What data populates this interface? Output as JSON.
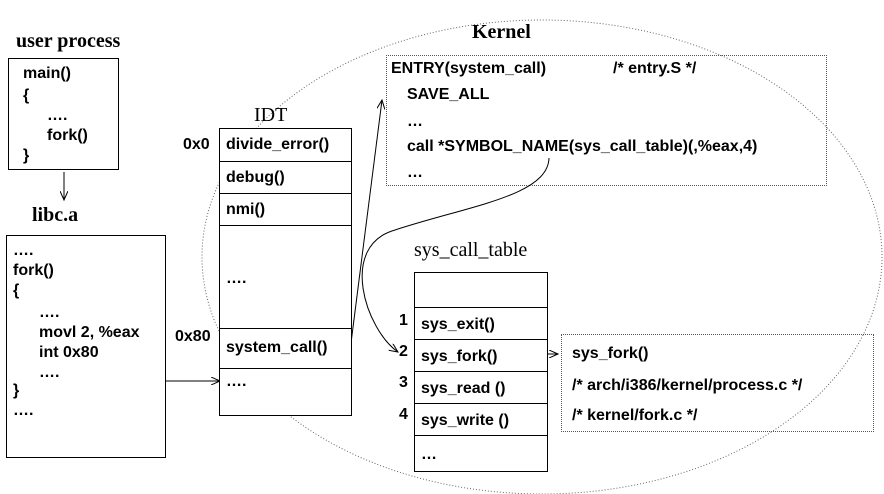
{
  "user_process": {
    "title": "user process",
    "lines": [
      "main()",
      "{",
      "….",
      "fork()",
      "}"
    ]
  },
  "libc": {
    "title": "libc.a",
    "lines": [
      "….",
      "fork()",
      "{",
      "….",
      "movl 2, %eax",
      "int 0x80",
      "….",
      "}",
      "…."
    ]
  },
  "idt": {
    "title": "IDT",
    "rows": [
      "divide_error()",
      "debug()",
      "nmi()",
      "….",
      "system_call()",
      "…."
    ],
    "addr_0": "0x0",
    "addr_80": "0x80"
  },
  "kernel": {
    "title": "Kernel",
    "entry_lines": [
      "ENTRY(system_call)",
      "/* entry.S */",
      "SAVE_ALL",
      "…",
      "call *SYMBOL_NAME(sys_call_table)(,%eax,4)",
      "…"
    ]
  },
  "sys_call_table": {
    "title": "sys_call_table",
    "rows": [
      "",
      "sys_exit()",
      "sys_fork()",
      "sys_read ()",
      "sys_write ()",
      "…"
    ],
    "indices": [
      "1",
      "2",
      "3",
      "4"
    ]
  },
  "sys_fork_box": {
    "lines": [
      "sys_fork()",
      "/* arch/i386/kernel/process.c */",
      "/* kernel/fork.c */"
    ]
  }
}
